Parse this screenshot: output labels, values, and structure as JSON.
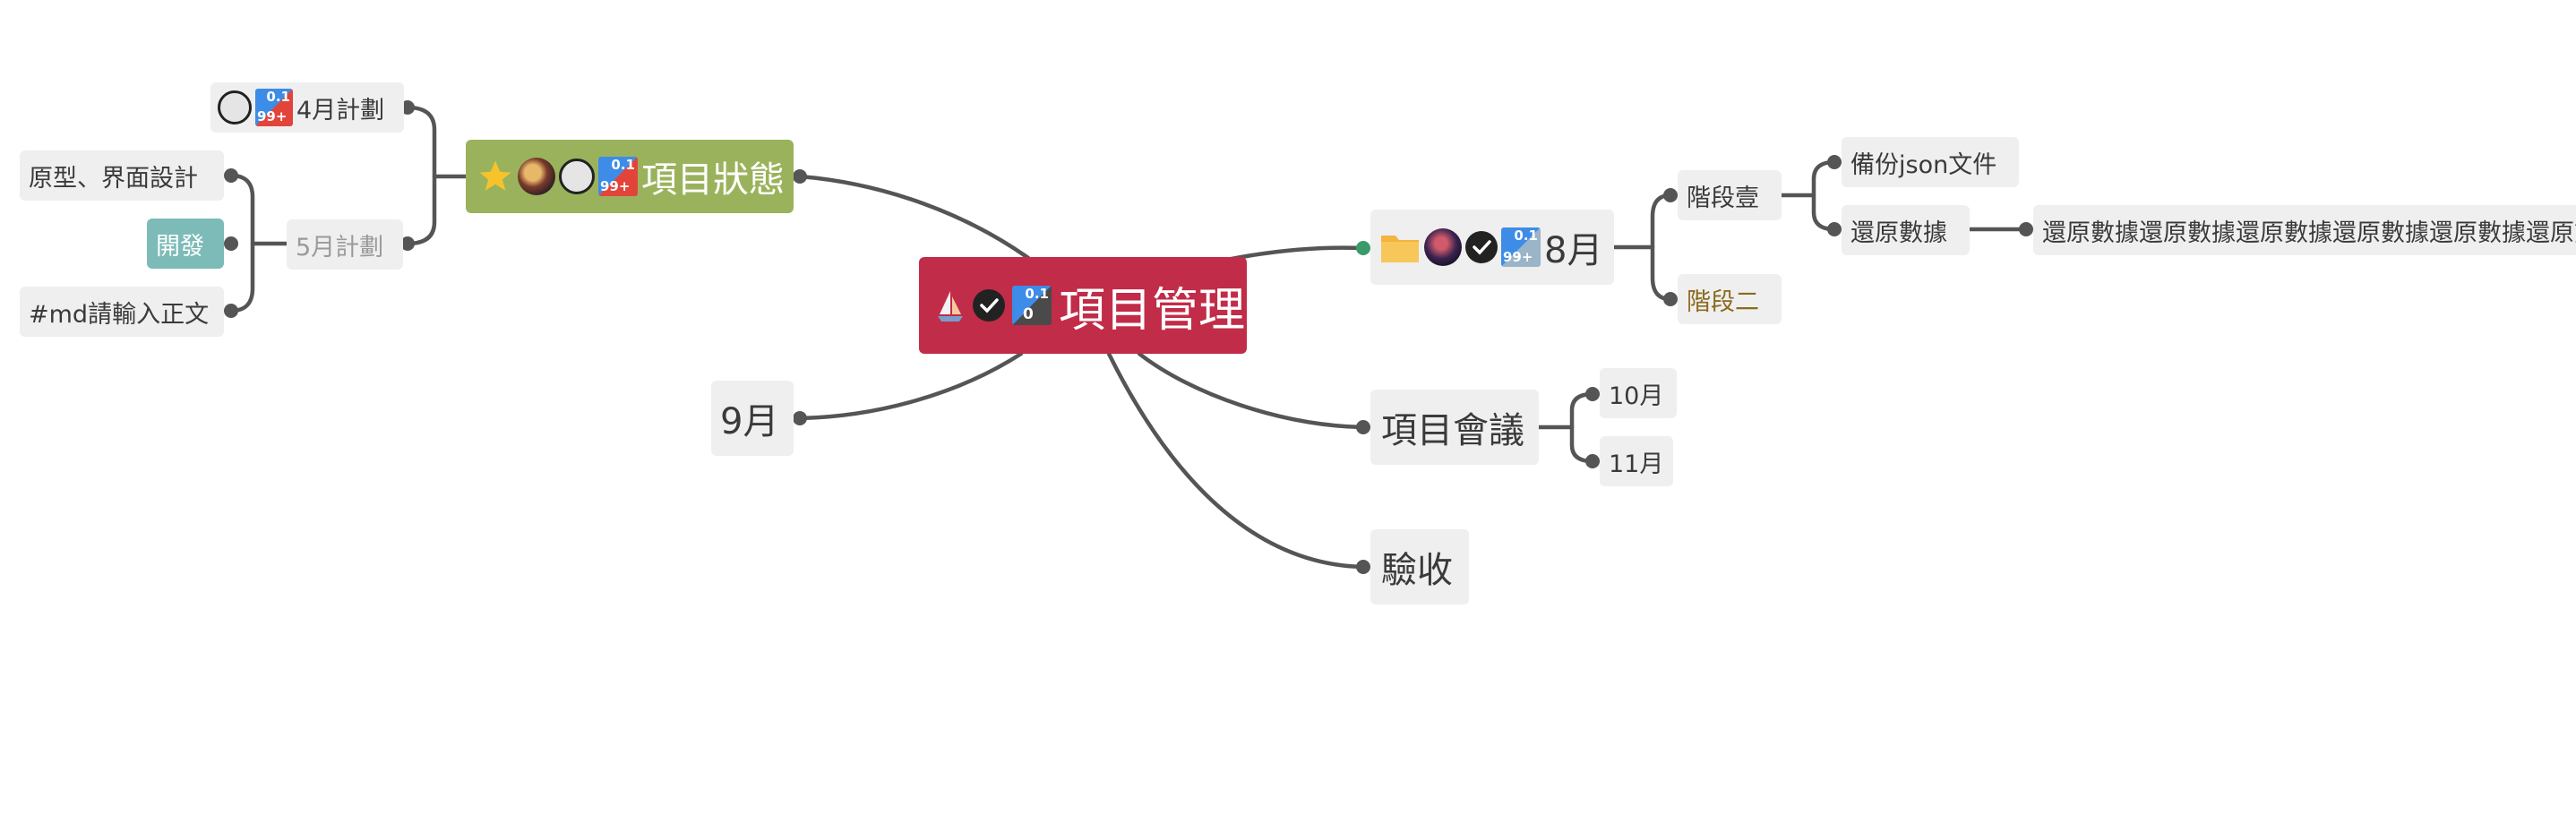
{
  "mindmap": {
    "root": {
      "label": "項目管理",
      "icons": [
        "sailboat-icon",
        "check-circle-icon",
        "priority-badge-icon"
      ],
      "badge": {
        "top": "0.1",
        "bottom": "0"
      }
    },
    "status": {
      "label": "項目狀態",
      "icons": [
        "star-icon",
        "avatar-icon",
        "empty-circle-icon",
        "priority-badge-icon"
      ],
      "badge": {
        "top": "0.1",
        "bottom": "99+"
      },
      "april": {
        "label": "4月計劃",
        "badge": {
          "top": "0.1",
          "bottom": "99+"
        }
      },
      "may": {
        "label": "5月計劃",
        "children": [
          "原型、界面設計",
          "開發",
          "#md請輸入正文"
        ]
      }
    },
    "september": {
      "label": "9月"
    },
    "august": {
      "label": "8月",
      "icons": [
        "folder-icon",
        "avatar-icon",
        "check-circle-icon",
        "priority-badge-icon"
      ],
      "badge": {
        "top": "0.1",
        "bottom": "99+"
      },
      "stage1": {
        "label": "階段壹",
        "backup": "備份json文件",
        "restore": "還原數據",
        "restore_detail": "還原數據還原數據還原數據還原數據還原數據還原數據還原數據"
      },
      "stage2": {
        "label": "階段二"
      }
    },
    "meeting": {
      "label": "項目會議",
      "children": [
        "10月",
        "11月"
      ]
    },
    "acceptance": {
      "label": "驗收"
    },
    "colors": {
      "root": "#c12c48",
      "status": "#9bb25c",
      "develop": "#7cbbb7",
      "node_bg": "#efefef",
      "link": "#555555",
      "stage2_text": "#8b6a1d"
    }
  }
}
